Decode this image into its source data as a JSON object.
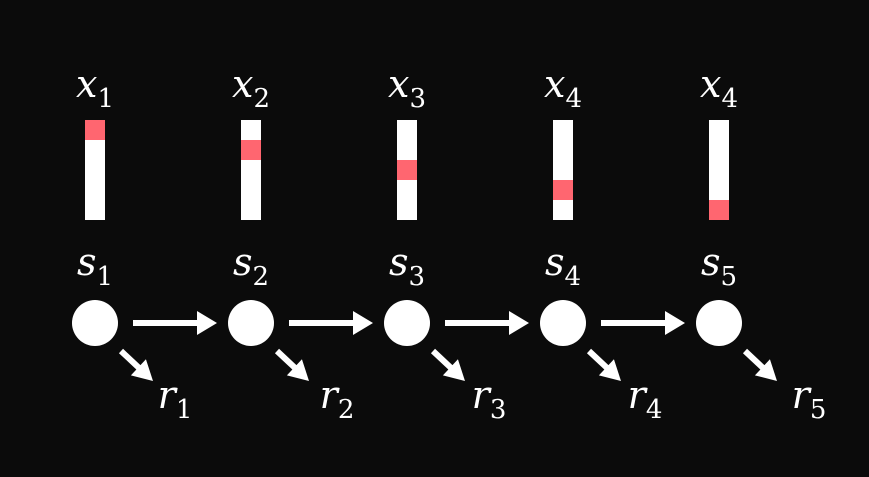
{
  "diagram": {
    "colors": {
      "background": "#0b0b0b",
      "foreground": "#ffffff",
      "highlight": "#ff6670"
    },
    "observations": [
      {
        "var": "x",
        "sub": "1",
        "highlight_index": 0
      },
      {
        "var": "x",
        "sub": "2",
        "highlight_index": 1
      },
      {
        "var": "x",
        "sub": "3",
        "highlight_index": 2
      },
      {
        "var": "x",
        "sub": "4",
        "highlight_index": 3
      },
      {
        "var": "x",
        "sub": "4",
        "highlight_index": 4
      }
    ],
    "vector_length": 5,
    "states": [
      {
        "var": "s",
        "sub": "1"
      },
      {
        "var": "s",
        "sub": "2"
      },
      {
        "var": "s",
        "sub": "3"
      },
      {
        "var": "s",
        "sub": "4"
      },
      {
        "var": "s",
        "sub": "5"
      }
    ],
    "rewards": [
      {
        "var": "r",
        "sub": "1"
      },
      {
        "var": "r",
        "sub": "2"
      },
      {
        "var": "r",
        "sub": "3"
      },
      {
        "var": "r",
        "sub": "4"
      },
      {
        "var": "r",
        "sub": "5"
      }
    ]
  }
}
